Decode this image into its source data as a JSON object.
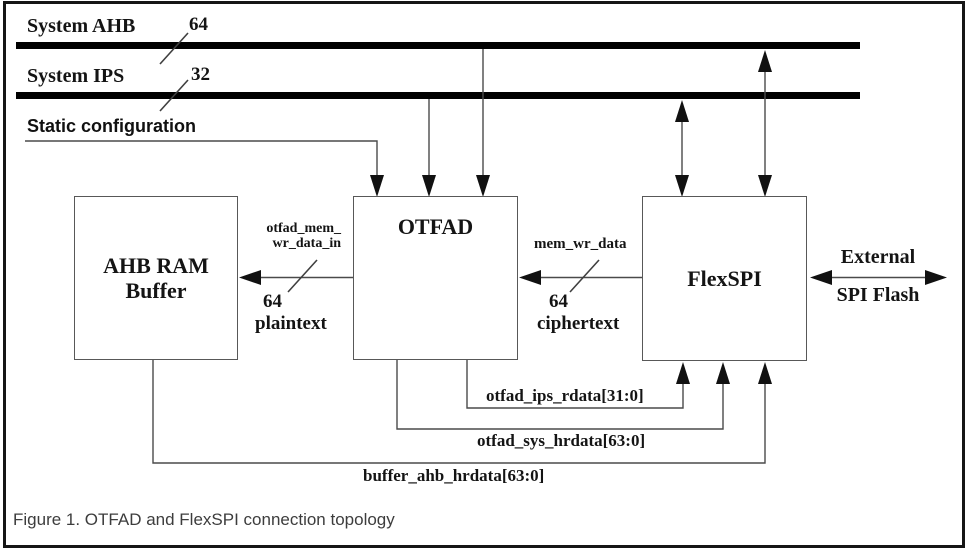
{
  "figure": {
    "caption": "Figure 1.  OTFAD and FlexSPI connection topology"
  },
  "buses": [
    {
      "label": "System AHB",
      "width_bits": "64"
    },
    {
      "label": "System IPS",
      "width_bits": "32"
    }
  ],
  "static_config": {
    "label": "Static configuration"
  },
  "blocks": {
    "buffer": {
      "label_line1": "AHB RAM",
      "label_line2": "Buffer"
    },
    "otfad": {
      "label": "OTFAD"
    },
    "flexspi": {
      "label": "FlexSPI"
    }
  },
  "connections": {
    "otfad_to_buffer": {
      "signal_line1": "otfad_mem_",
      "signal_line2": "wr_data_in",
      "width_bits": "64",
      "data_type": "plaintext"
    },
    "flexspi_to_otfad": {
      "signal": "mem_wr_data",
      "width_bits": "64",
      "data_type": "ciphertext"
    },
    "external_flash": {
      "label_line1": "External",
      "label_line2": "SPI Flash"
    },
    "ips_rdata": {
      "signal": "otfad_ips_rdata[31:0]"
    },
    "sys_hrdata": {
      "signal": "otfad_sys_hrdata[63:0]"
    },
    "buffer_hrdata": {
      "signal": "buffer_ahb_hrdata[63:0]"
    }
  },
  "colors": {
    "background": "#ffffff",
    "bus": "#000000",
    "line": "#4a4a4a",
    "arrowhead": "#111111",
    "box_border": "#585858",
    "text": "#141414",
    "caption": "#3d3d3d",
    "frame": "#161616"
  }
}
